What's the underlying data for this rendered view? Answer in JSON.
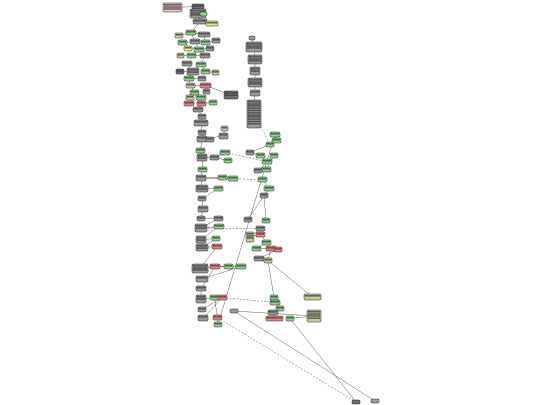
{
  "colors": {
    "gray": "#9a9a9a",
    "dark_gray": "#6e6e6e",
    "green": "#8fd28f",
    "red": "#f08080",
    "yellow": "#e8e88a",
    "olive": "#c8c89a",
    "pink": "#f6c4c4",
    "edge": "#333333"
  },
  "node_kinds": [
    "gray",
    "green",
    "red",
    "yellow",
    "olive",
    "pink",
    "dark_gray"
  ]
}
